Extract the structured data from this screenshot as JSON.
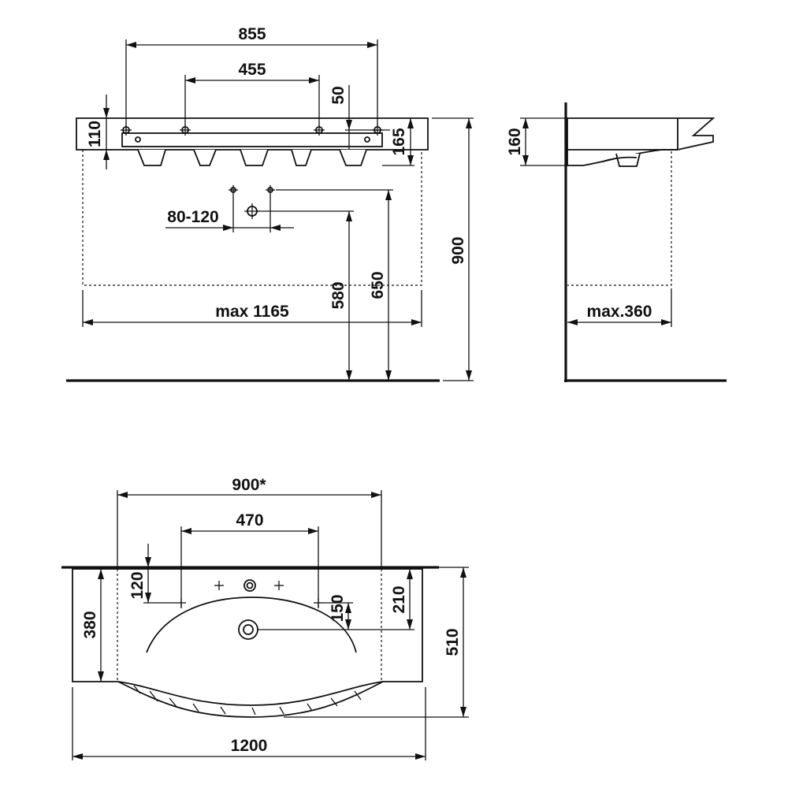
{
  "front_view": {
    "dims": {
      "overall_tap_spacing": "855",
      "inner_tap_spacing": "455",
      "tap_offset": "50",
      "rim_height": "110",
      "bowl_height": "165",
      "waste_spread": "80-120",
      "cabinet_max_width": "max 1165",
      "waste_height": "580",
      "supply_height": "650",
      "overall_height": "900"
    }
  },
  "side_view": {
    "dims": {
      "basin_depth": "160",
      "cabinet_max_depth": "max.360"
    }
  },
  "plan_view": {
    "dims": {
      "cabinet_width": "900*",
      "tap_spacing": "470",
      "back_to_taps": "120",
      "side_depth": "380",
      "tap_to_drain": "150",
      "back_to_drain": "210",
      "overall_depth": "510",
      "overall_width": "1200"
    }
  },
  "colors": {
    "line": "#111111",
    "background": "#ffffff"
  }
}
